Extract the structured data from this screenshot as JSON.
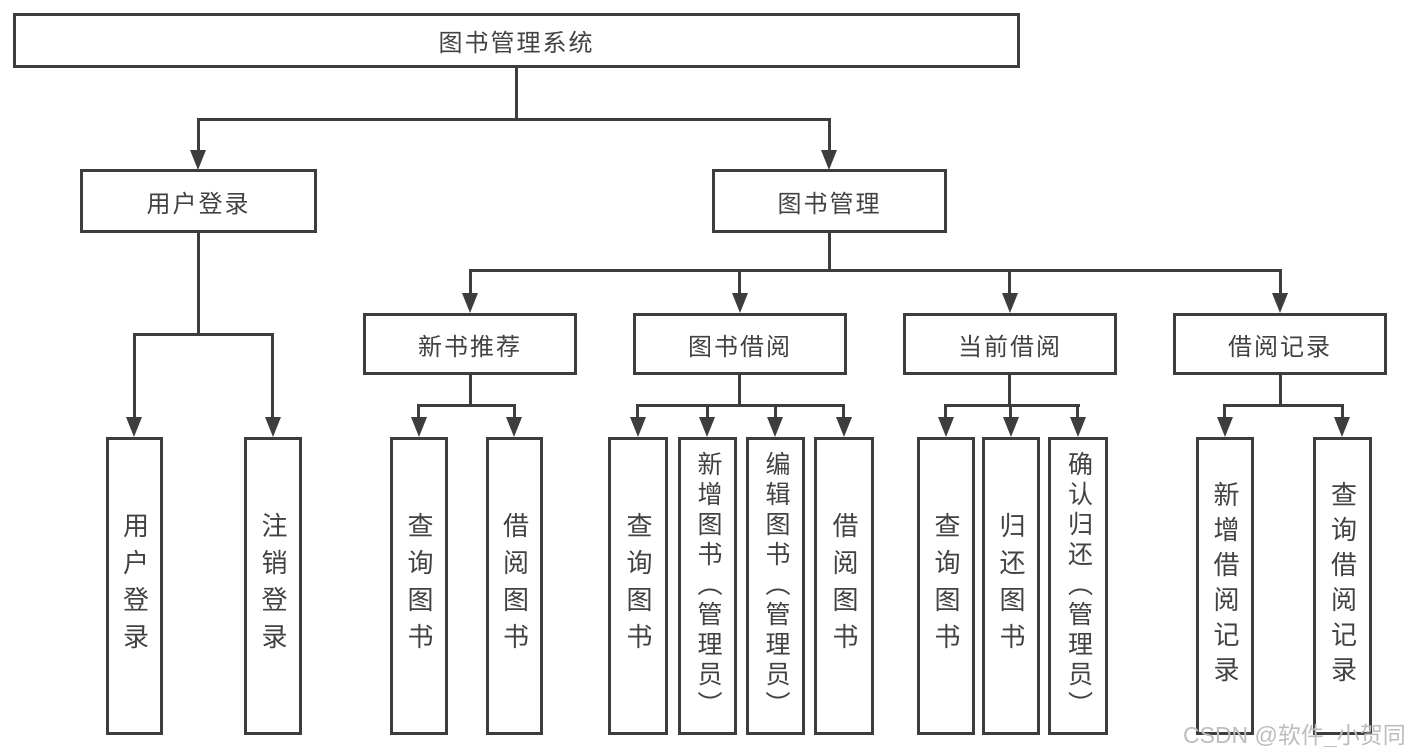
{
  "tree": {
    "root": {
      "label": "图书管理系统",
      "children": [
        {
          "label": "用户登录",
          "children": [
            {
              "label": "用户登录"
            },
            {
              "label": "注销登录"
            }
          ]
        },
        {
          "label": "图书管理",
          "children": [
            {
              "label": "新书推荐",
              "children": [
                {
                  "label": "查询图书"
                },
                {
                  "label": "借阅图书"
                }
              ]
            },
            {
              "label": "图书借阅",
              "children": [
                {
                  "label": "查询图书"
                },
                {
                  "label": "新增图书（管理员）"
                },
                {
                  "label": "编辑图书（管理员）"
                },
                {
                  "label": "借阅图书"
                }
              ]
            },
            {
              "label": "当前借阅",
              "children": [
                {
                  "label": "查询图书"
                },
                {
                  "label": "归还图书"
                },
                {
                  "label": "确认归还（管理员）"
                }
              ]
            },
            {
              "label": "借阅记录",
              "children": [
                {
                  "label": "新增借阅记录"
                },
                {
                  "label": "查询借阅记录"
                }
              ]
            }
          ]
        }
      ]
    }
  },
  "watermark": {
    "text": "CSDN @软件_小贺同学"
  },
  "colors": {
    "line": "#3d3d3d",
    "text": "#424242",
    "watermark": "#bdbdbd",
    "background": "#ffffff"
  }
}
